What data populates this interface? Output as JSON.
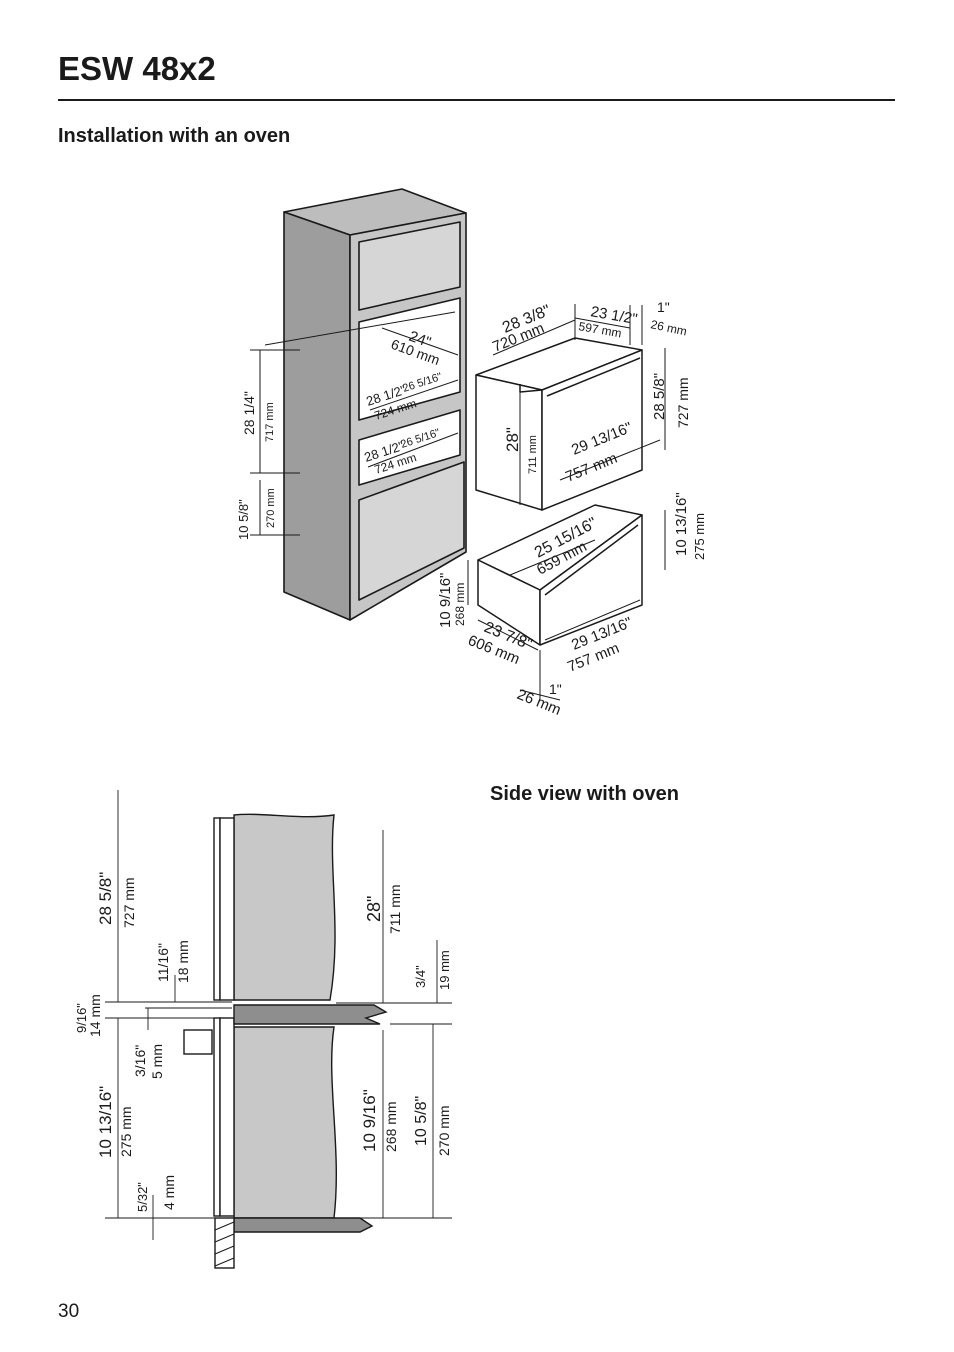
{
  "header": {
    "title": "ESW 48x2"
  },
  "sections": {
    "installation": "Installation with an oven",
    "side_view": "Side view with oven"
  },
  "footer": {
    "page_number": "30"
  },
  "colors": {
    "panel": "#c8c8c8",
    "line": "#1a1a1a",
    "paper": "#ffffff"
  },
  "iso": {
    "h_28_1_4": "28 1/4\"",
    "mm_717": "717 mm",
    "h_10_5_8": "10 5/8\"",
    "mm_270": "270 mm",
    "d_24": "24\"",
    "mm_610": "610 mm",
    "w_28_1_2_a": "28 1/2\"",
    "w_26_5_16_a": "26 5/16\"",
    "mm_724_a": "724 mm",
    "w_28_1_2_b": "28 1/2\"",
    "w_26_5_16_b": "26 5/16\"",
    "mm_724_b": "724 mm",
    "ov_w": "28 3/8\"",
    "ov_w_mm": "720 mm",
    "ov_d": "23 1/2\"",
    "ov_d_mm": "597 mm",
    "ov_f": "1\"",
    "ov_f_mm": "26 mm",
    "ov_h": "28 5/8\"",
    "ov_h_mm": "727 mm",
    "ov_ih": "28\"",
    "ov_ih_mm": "711 mm",
    "ov_l": "29 13/16\"",
    "ov_l_mm": "757 mm",
    "dr_h": "10 13/16\"",
    "dr_h_mm": "275 mm",
    "dr_d": "25 15/16\"",
    "dr_d_mm": "659 mm",
    "dr_ih": "10 9/16\"",
    "dr_ih_mm": "268 mm",
    "dr_w": "23 7/8\"",
    "dr_w_mm": "606 mm",
    "dr_l": "29 13/16\"",
    "dr_l_mm": "757 mm",
    "dr_f": "1\"",
    "dr_f_mm": "26 mm"
  },
  "side": {
    "h_28_5_8": "28 5/8\"",
    "mm_727": "727 mm",
    "h_11_16": "11/16\"",
    "mm_18": "18 mm",
    "h_9_16": "9/16\"",
    "mm_14": "14 mm",
    "h_3_16": "3/16\"",
    "mm_5": "5 mm",
    "h_10_13_16": "10 13/16\"",
    "mm_275": "275 mm",
    "h_5_32": "5/32\"",
    "mm_4": "4 mm",
    "h_28": "28\"",
    "mm_711": "711 mm",
    "h_3_4": "3/4\"",
    "mm_19": "19 mm",
    "h_10_9_16": "10 9/16\"",
    "mm_268": "268 mm",
    "h_10_5_8": "10 5/8\"",
    "mm_270": "270 mm"
  }
}
